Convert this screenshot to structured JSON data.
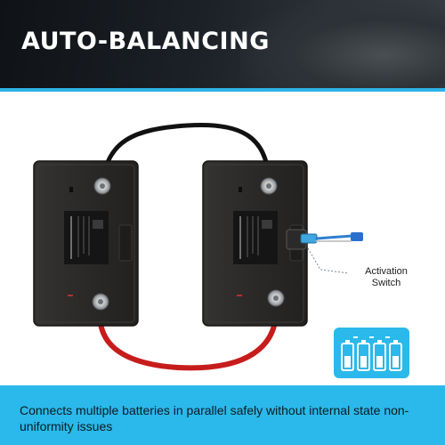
{
  "header": {
    "title": "AUTO-BALANCING"
  },
  "diagram": {
    "activation_label": {
      "line1": "Activation",
      "line2": "Switch"
    }
  },
  "footer": {
    "text": "Connects multiple batteries in parallel safely without internal state non-uniformity issues"
  },
  "colors": {
    "accent": "#2bb8ea",
    "header_bg": "#16191d",
    "battery_body": "#2b2a29",
    "red_cable": "#c71c1c",
    "black_cable": "#111111"
  },
  "icons": [
    "battery-case-icon",
    "terminal-icon",
    "activation-switch-icon",
    "battery-cells-icon"
  ]
}
